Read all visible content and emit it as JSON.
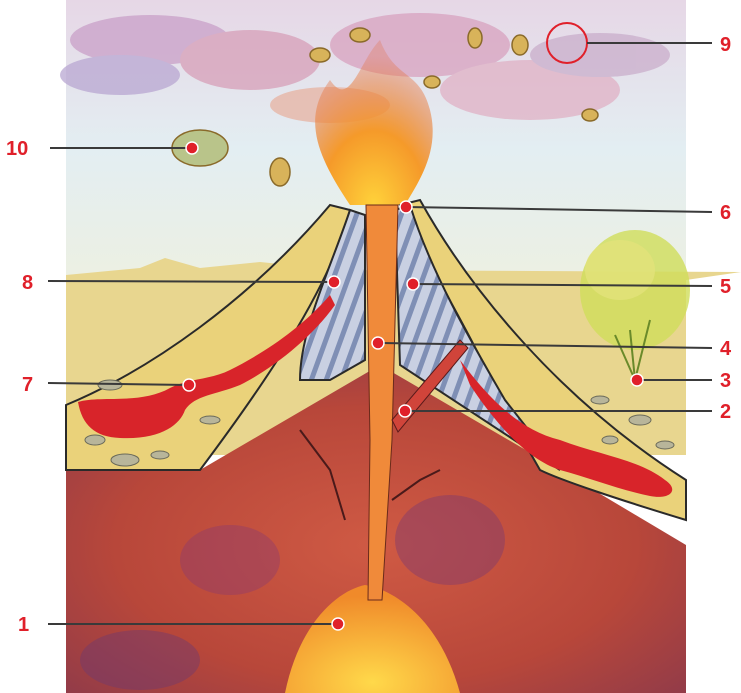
{
  "labels": [
    {
      "id": "1",
      "text": "1",
      "part": "magma-chamber"
    },
    {
      "id": "2",
      "text": "2",
      "part": "side-vent"
    },
    {
      "id": "3",
      "text": "3",
      "part": "vegetation"
    },
    {
      "id": "4",
      "text": "4",
      "part": "main-conduit"
    },
    {
      "id": "5",
      "text": "5",
      "part": "layered-cone"
    },
    {
      "id": "6",
      "text": "6",
      "part": "crater"
    },
    {
      "id": "7",
      "text": "7",
      "part": "lava-flow"
    },
    {
      "id": "8",
      "text": "8",
      "part": "cone-slope"
    },
    {
      "id": "9",
      "text": "9",
      "part": "ash-cloud"
    },
    {
      "id": "10",
      "text": "10",
      "part": "volcanic-bomb"
    }
  ],
  "colors": {
    "label": "#e0202a",
    "leader": "#3a3a3a",
    "sky": "#dfe9ef",
    "ground": "#e8d68f",
    "crust": "#b8473a",
    "magma": "#f6c23a",
    "lava": "#d8242a",
    "ash_layers": "#8f9fbf"
  }
}
